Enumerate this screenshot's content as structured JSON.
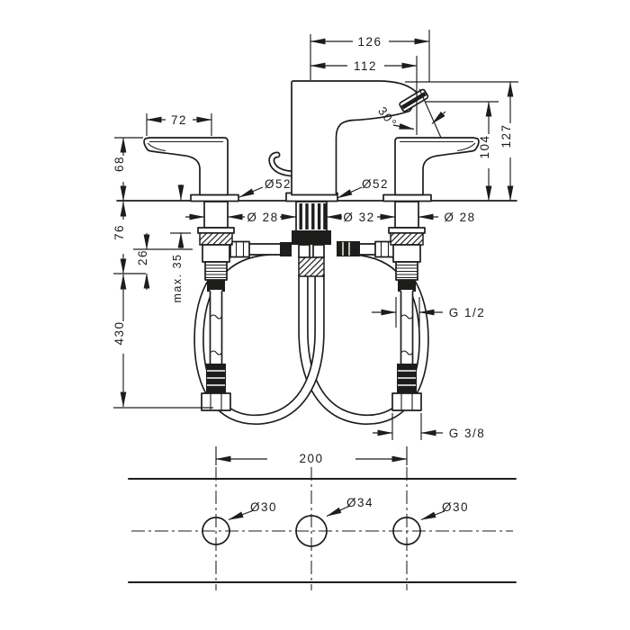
{
  "drawing": {
    "kind": "technical-installation-diagram",
    "product": "3-hole basin mixer with pop-up waste and flexible supply hoses",
    "line_color": "#1d1d1b",
    "dims": {
      "projection_total": "126",
      "projection_aerator": "112",
      "handle_length": "72",
      "handle_height": "68",
      "aerator_angle": "30°",
      "aerator_height": "104",
      "total_height": "127",
      "escutcheon_side": "Ø52",
      "escutcheon_center": "Ø52",
      "shank_side_left": "Ø 28",
      "shank_center": "Ø 32",
      "shank_side_right": "Ø 28",
      "shank_length": "76",
      "connection_offset": "26",
      "max_deck_thickness": "max. 35",
      "hose_length": "430",
      "hose_thread": "G 1/2",
      "supply_thread": "G 3/8",
      "hole_spacing": "200",
      "hole_dia_left": "Ø30",
      "hole_dia_center": "Ø34",
      "hole_dia_right": "Ø30"
    }
  }
}
